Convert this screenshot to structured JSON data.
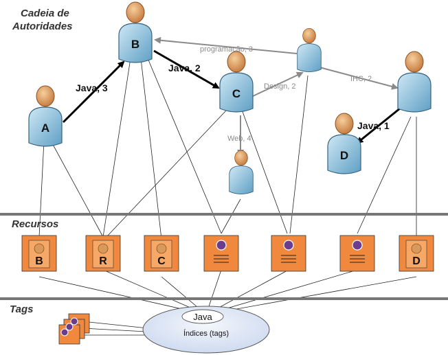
{
  "sections": {
    "authorities": {
      "line1": "Cadeia de",
      "line2": "Autoridades"
    },
    "resources": "Recursos",
    "tags": "Tags"
  },
  "nodes": {
    "A": "A",
    "B": "B",
    "C": "C",
    "D": "D"
  },
  "edges": {
    "a_to_b": "Java, 3",
    "b_to_c": "Java, 2",
    "p_to_b": "programação, 3",
    "c_to_p": "Design, 2",
    "p_to_q": "IHC, 2",
    "c_to_w": "Web, 4",
    "q_to_d": "Java, 1"
  },
  "resources": [
    "B",
    "R",
    "C",
    "",
    "",
    "",
    "D"
  ],
  "tag_index": {
    "tag": "Java",
    "label": "Índices (tags)"
  },
  "colors": {
    "person_body": "#8ec3dd",
    "person_head": "#e0a060",
    "resource_fill": "#f0883e",
    "separator": "#777777",
    "index_fill": "#dde6f5"
  }
}
